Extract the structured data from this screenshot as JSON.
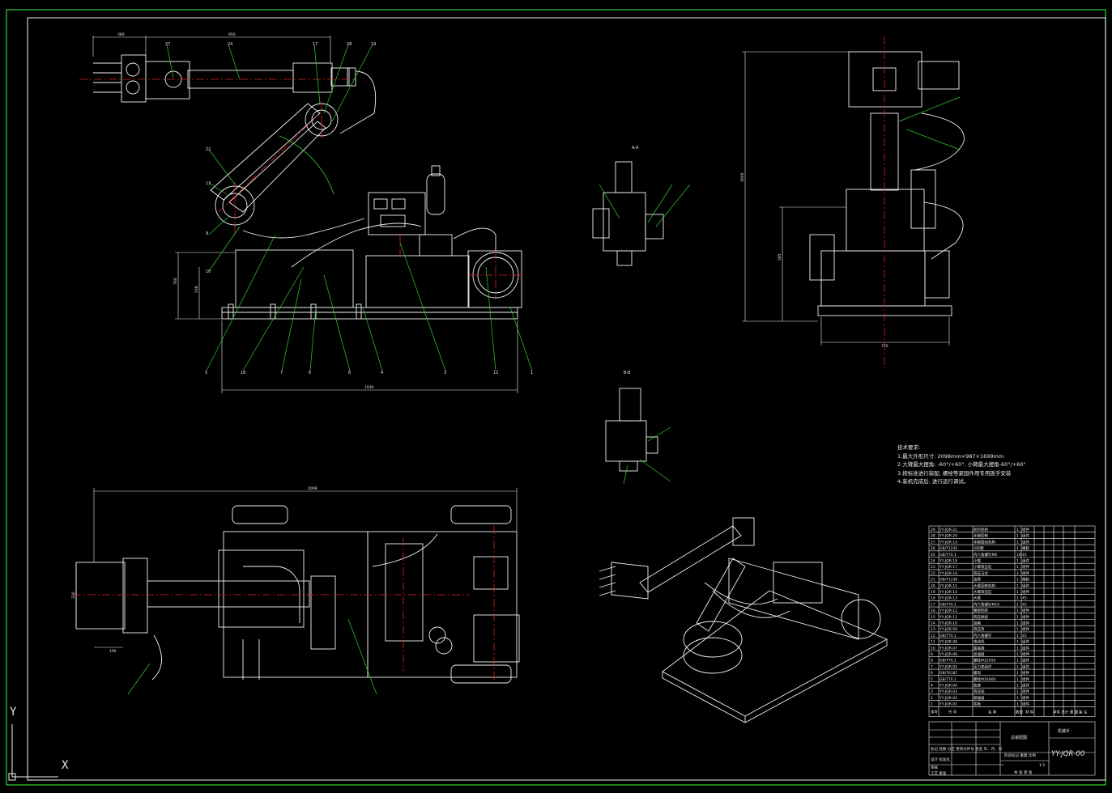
{
  "drawing": {
    "drawing_number": "YY-JQR-00",
    "assembly_title": "总装配图",
    "part_name": "机械手"
  },
  "technical_requirements": {
    "heading": "技术要求:",
    "items": [
      "1.最大外形尺寸: 2098mm×987×1699mm",
      "2.大臂最大摆角: -60°/+60°, 小臂最大摆角-60°/+60°",
      "3.按标准进行装配, 螺栓等紧固件用专用扳手安装",
      "4.装机完成后, 进行运行调试。"
    ]
  },
  "dimensions": {
    "front_top_left": "380",
    "front_top_right": "950",
    "front_bottom": "1930",
    "front_left_outer": "760",
    "front_left_inner": "538",
    "side_left_outer": "1699",
    "side_left_inner": "585",
    "side_bottom": "770",
    "top_view_top": "2098",
    "top_view_left": "330",
    "top_view_left_bottom": "190"
  },
  "section_labels": {
    "section_a": "A-A",
    "section_b": "B-B"
  },
  "ucs": {
    "x": "X",
    "y": "Y"
  },
  "bom_rows": [
    {
      "no": "29",
      "code": "YY-JQR-21",
      "name": "抓料机构",
      "qty": "1",
      "mat": "组件"
    },
    {
      "no": "28",
      "code": "YY-JQR-20",
      "name": "手腕回转",
      "qty": "1",
      "mat": "组件"
    },
    {
      "no": "27",
      "code": "YY-JQR-19",
      "name": "手腕摆动机构",
      "qty": "1",
      "mat": "组件"
    },
    {
      "no": "26",
      "code": "GB/T1235",
      "name": "O形圈",
      "qty": "1",
      "mat": "橡胶"
    },
    {
      "no": "25",
      "code": "GB/T70.1",
      "name": "内六角螺钉M6",
      "qty": "16",
      "mat": "45"
    },
    {
      "no": "24",
      "code": "YY-JQR-18",
      "name": "小臂",
      "qty": "1",
      "mat": "组件"
    },
    {
      "no": "23",
      "code": "YY-JQR-17",
      "name": "小臂液压缸",
      "qty": "1",
      "mat": "组件"
    },
    {
      "no": "22",
      "code": "YY-JQR-16",
      "name": "液压马达",
      "qty": "1",
      "mat": "组件"
    },
    {
      "no": "21",
      "code": "GB/T1236",
      "name": "油管",
      "qty": "1",
      "mat": "橡胶"
    },
    {
      "no": "20",
      "code": "YY-JQR-15",
      "name": "大臂回转机构",
      "qty": "1",
      "mat": "组件"
    },
    {
      "no": "19",
      "code": "YY-JQR-14",
      "name": "大臂液压缸",
      "qty": "1",
      "mat": "组件"
    },
    {
      "no": "18",
      "code": "YY-JQR-13",
      "name": "大臂",
      "qty": "1",
      "mat": "45"
    },
    {
      "no": "17",
      "code": "GB/T70.1",
      "name": "内六角螺钉M10",
      "qty": "1",
      "mat": "45"
    },
    {
      "no": "16",
      "code": "YY-JQR-12",
      "name": "腰部回转",
      "qty": "1",
      "mat": "组件"
    },
    {
      "no": "15",
      "code": "YY-JQR-11",
      "name": "液压阀组",
      "qty": "1",
      "mat": "组件"
    },
    {
      "no": "14",
      "code": "YY-JQR-10",
      "name": "油箱",
      "qty": "1",
      "mat": "组件"
    },
    {
      "no": "13",
      "code": "YY-JQR-09",
      "name": "液压泵",
      "qty": "1",
      "mat": "组件"
    },
    {
      "no": "12",
      "code": "GB/T70.1",
      "name": "内六角螺钉",
      "qty": "1",
      "mat": "45"
    },
    {
      "no": "11",
      "code": "YY-JQR-08",
      "name": "电动机",
      "qty": "1",
      "mat": "组件"
    },
    {
      "no": "10",
      "code": "YY-JQR-07",
      "name": "蓄能器",
      "qty": "1",
      "mat": "组件"
    },
    {
      "no": "9",
      "code": "YY-JQR-06",
      "name": "滤油器",
      "qty": "1",
      "mat": "组件"
    },
    {
      "no": "8",
      "code": "GB/T70.1",
      "name": "螺栓M12X50",
      "qty": "1",
      "mat": "组件"
    },
    {
      "no": "7",
      "code": "YY-JQR-05",
      "name": "压力表组件",
      "qty": "1",
      "mat": "组件"
    },
    {
      "no": "6",
      "code": "GB/T6187",
      "name": "螺母",
      "qty": "1",
      "mat": "组件"
    },
    {
      "no": "5",
      "code": "GB/T70.1",
      "name": "螺栓M16X60",
      "qty": "1",
      "mat": "组件"
    },
    {
      "no": "4",
      "code": "YY-JQR-04",
      "name": "底座",
      "qty": "1",
      "mat": "组件"
    },
    {
      "no": "3",
      "code": "YY-JQR-03",
      "name": "液压站",
      "qty": "1",
      "mat": "组件"
    },
    {
      "no": "2",
      "code": "YY-JQR-02",
      "name": "联轴器",
      "qty": "1",
      "mat": "组件"
    },
    {
      "no": "1",
      "code": "YY-JQR-01",
      "name": "底板",
      "qty": "1",
      "mat": "组件"
    }
  ],
  "bom_header": {
    "no": "序号",
    "code": "代 号",
    "name": "名 称",
    "qty": "数量",
    "mat": "材 料",
    "weight": "单件 总计 重 量",
    "note": "备 注"
  },
  "title_block": {
    "scale": "1:5",
    "sheet": "共 张 第 张",
    "rows": [
      "标记 处数 分区 更改文件号 签名 年、月、日",
      "设计 标准化",
      "审核",
      "工艺 批准"
    ],
    "stage": "阶段标记 重量 比例"
  },
  "colors": {
    "background": "#000000",
    "frame": "#2fd12f",
    "outline": "#f2f2f2",
    "centerline": "#e02020",
    "leader": "#2fd12f",
    "hydraulic": "#d8d8d8"
  }
}
